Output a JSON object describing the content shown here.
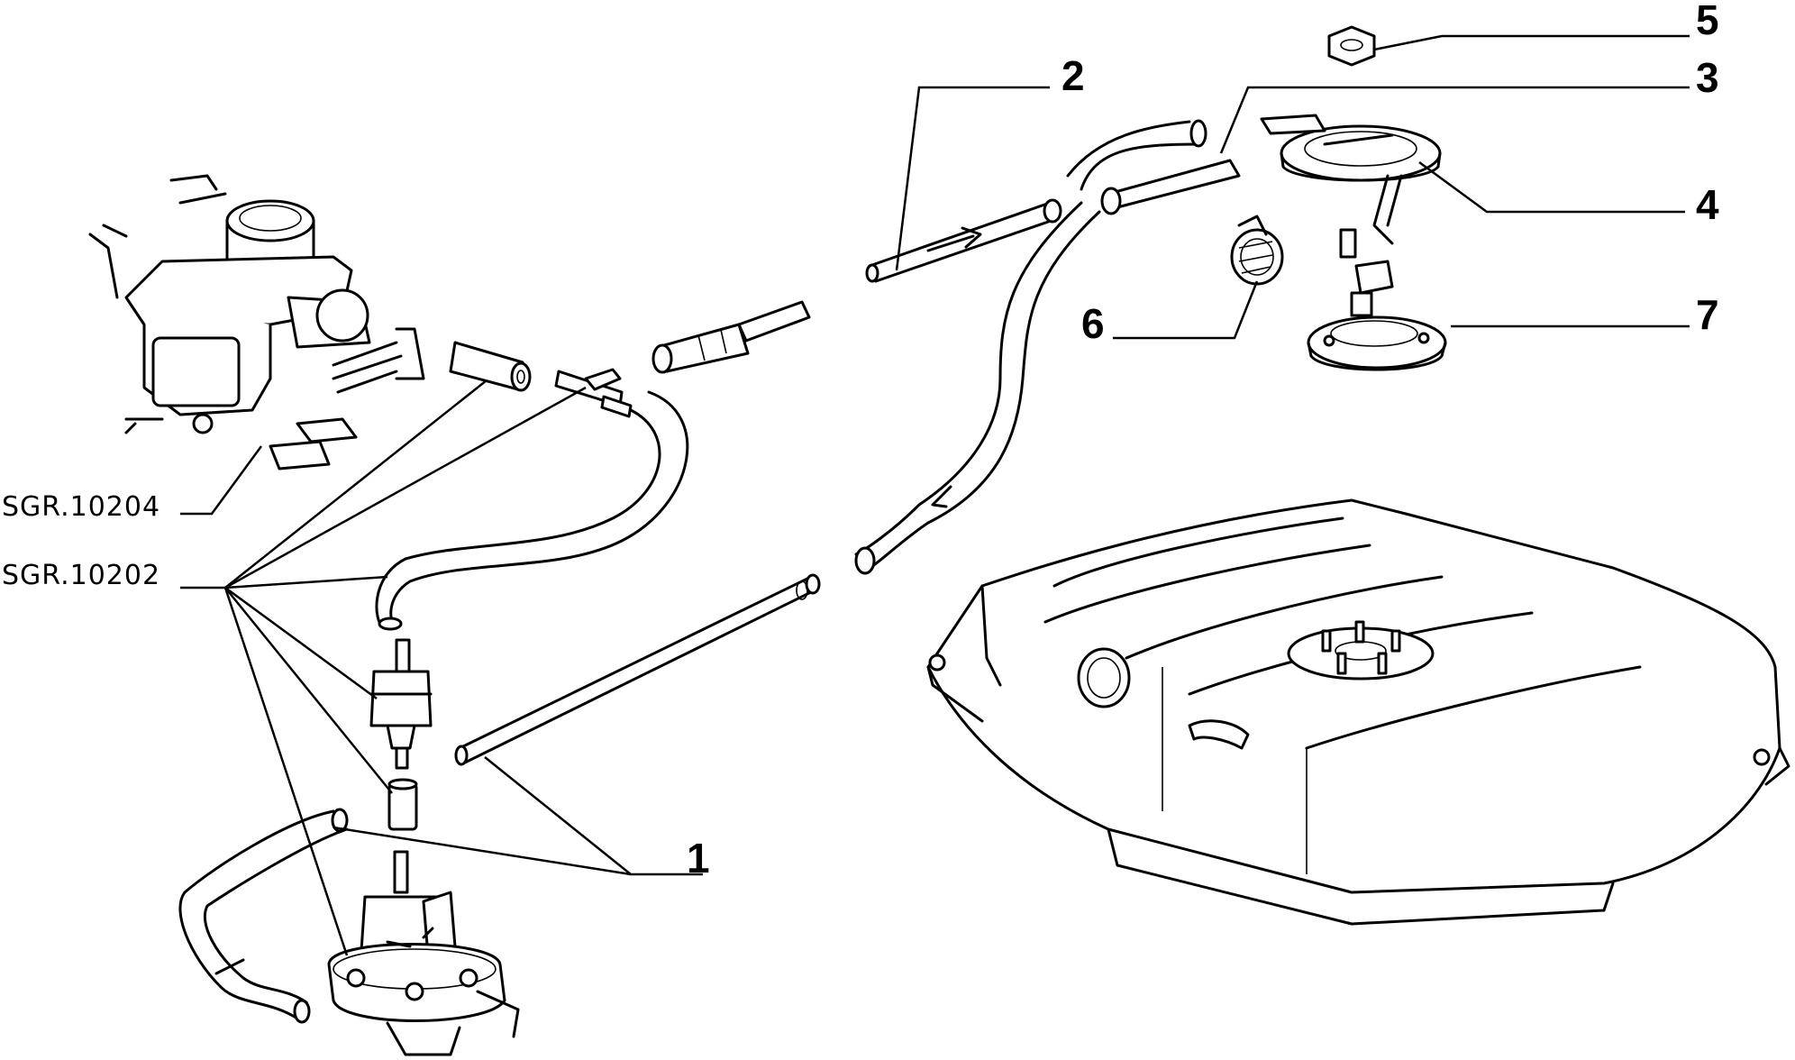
{
  "callouts": {
    "c1": "1",
    "c2": "2",
    "c3": "3",
    "c4": "4",
    "c5": "5",
    "c6": "6",
    "c7": "7"
  },
  "references": {
    "carburettor_ref": "SGR.10204",
    "fuel_line_ref": "SGR.10202"
  },
  "colors": {
    "line": "#000000",
    "background": "#ffffff"
  }
}
